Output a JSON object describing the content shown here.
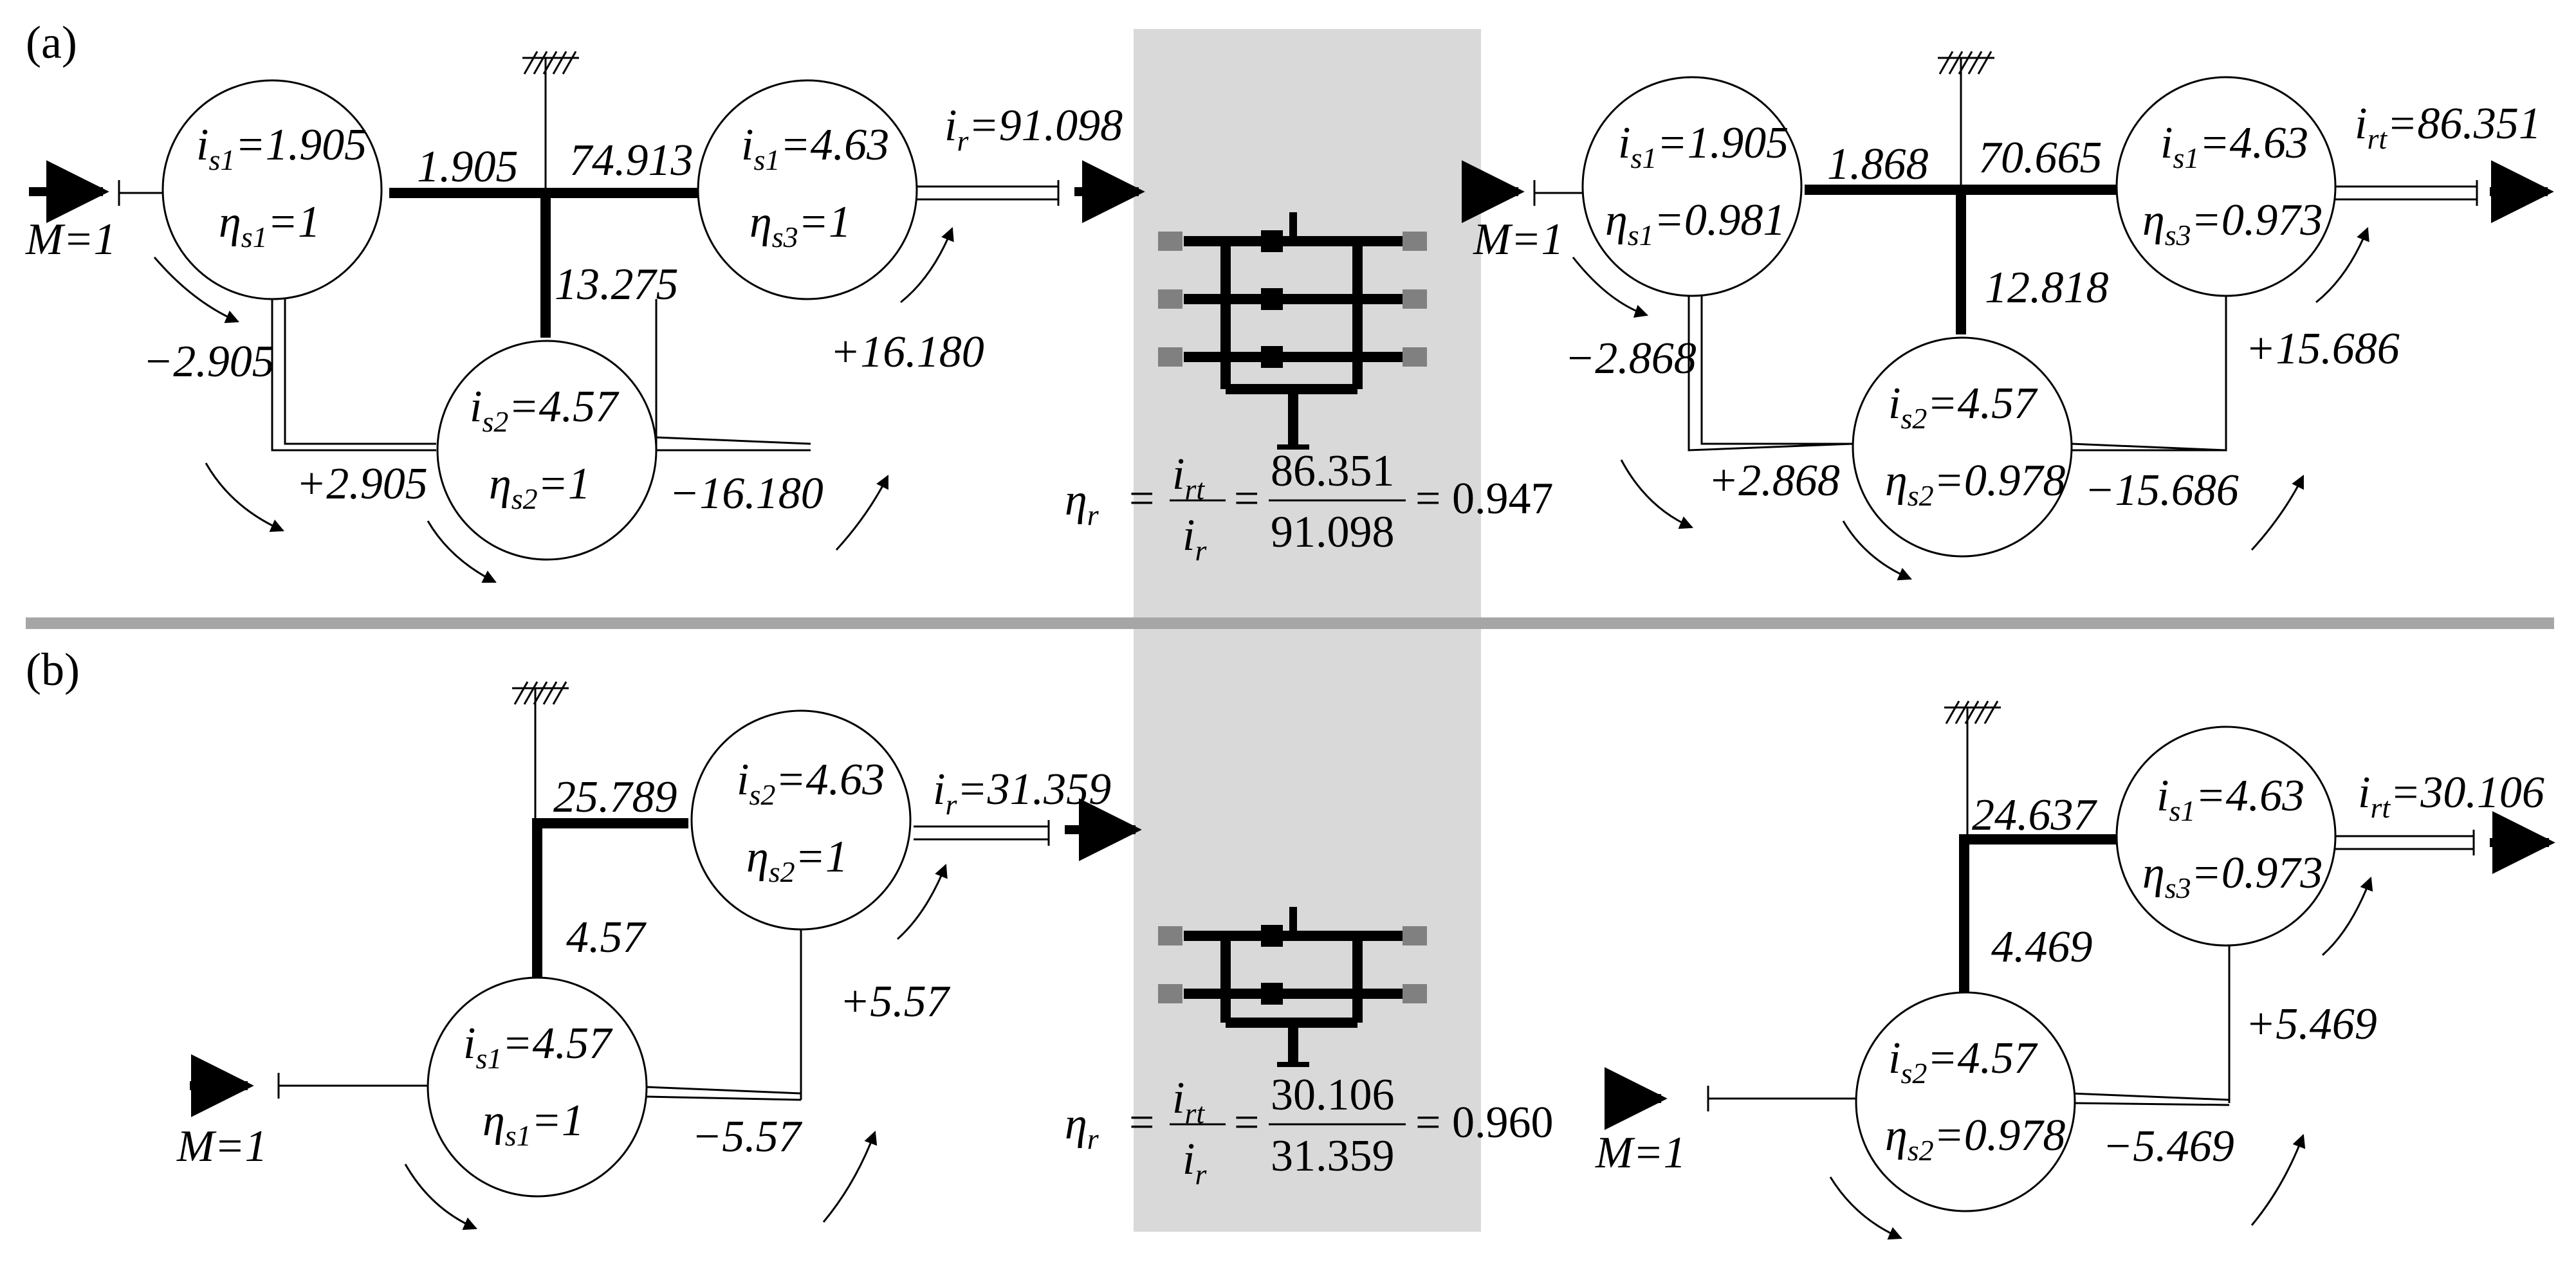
{
  "panels": {
    "a": {
      "label": "(a)"
    },
    "b": {
      "label": "(b)"
    }
  },
  "a_left": {
    "input": "M=1",
    "gear1": {
      "i": "i",
      "isub": "s1",
      "ival": "=1.905",
      "eta": "η",
      "etasub": "s1",
      "etaval": "=1"
    },
    "gear2": {
      "i": "i",
      "isub": "s2",
      "ival": "=4.57",
      "eta": "η",
      "etasub": "s2",
      "etaval": "=1"
    },
    "gear3": {
      "i": "i",
      "isub": "s1",
      "ival": "=4.63",
      "eta": "η",
      "etasub": "s3",
      "etaval": "=1"
    },
    "output": {
      "i": "i",
      "sub": "r",
      "val": "=91.098"
    },
    "shaft1": "1.905",
    "shaft2": "74.913",
    "shaft3": "13.275",
    "r1": "−2.905",
    "r2": "+2.905",
    "r3": "−16.180",
    "r4": "+16.180"
  },
  "a_right": {
    "input": "M=1",
    "gear1": {
      "i": "i",
      "isub": "s1",
      "ival": "=1.905",
      "eta": "η",
      "etasub": "s1",
      "etaval": "=0.981"
    },
    "gear2": {
      "i": "i",
      "isub": "s2",
      "ival": "=4.57",
      "eta": "η",
      "etasub": "s2",
      "etaval": "=0.978"
    },
    "gear3": {
      "i": "i",
      "isub": "s1",
      "ival": "=4.63",
      "eta": "η",
      "etasub": "s3",
      "etaval": "=0.973"
    },
    "output": {
      "i": "i",
      "sub": "rt",
      "val": "=86.351"
    },
    "shaft1": "1.868",
    "shaft2": "70.665",
    "shaft3": "12.818",
    "r1": "−2.868",
    "r2": "+2.868",
    "r3": "−15.686",
    "r4": "+15.686"
  },
  "a_center": {
    "eta": "η",
    "etasub": "r",
    "eq": "=",
    "i1": "i",
    "i1sub": "rt",
    "i2": "i",
    "i2sub": "r",
    "num": "86.351",
    "den": "91.098",
    "result": "= 0.947"
  },
  "b_left": {
    "input": "M=1",
    "gear1": {
      "i": "i",
      "isub": "s2",
      "ival": "=4.63",
      "eta": "η",
      "etasub": "s2",
      "etaval": "=1"
    },
    "gear2": {
      "i": "i",
      "isub": "s1",
      "ival": "=4.57",
      "eta": "η",
      "etasub": "s1",
      "etaval": "=1"
    },
    "output": {
      "i": "i",
      "sub": "r",
      "val": "=31.359"
    },
    "shaft1": "25.789",
    "shaft2": "4.57",
    "r1": "+5.57",
    "r2": "−5.57"
  },
  "b_right": {
    "input": "M=1",
    "gear1": {
      "i": "i",
      "isub": "s1",
      "ival": "=4.63",
      "eta": "η",
      "etasub": "s3",
      "etaval": "=0.973"
    },
    "gear2": {
      "i": "i",
      "isub": "s2",
      "ival": "=4.57",
      "eta": "η",
      "etasub": "s2",
      "etaval": "=0.978"
    },
    "output": {
      "i": "i",
      "sub": "rt",
      "val": "=30.106"
    },
    "shaft1": "24.637",
    "shaft2": "4.469",
    "r1": "+5.469",
    "r2": "−5.469"
  },
  "b_center": {
    "eta": "η",
    "etasub": "r",
    "eq": "=",
    "i1": "i",
    "i1sub": "rt",
    "i2": "i",
    "i2sub": "r",
    "num": "30.106",
    "den": "31.359",
    "result": "= 0.960"
  },
  "colors": {
    "shade": "#d9d9d9",
    "divider": "#a6a6a6",
    "block": "#808080"
  }
}
